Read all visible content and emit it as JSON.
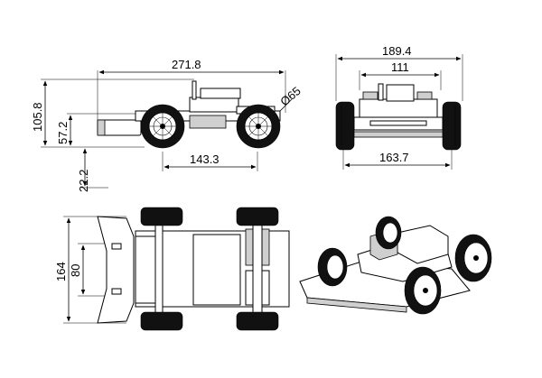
{
  "dimensions": {
    "side_length": "271.8",
    "side_height": "105.8",
    "side_axle_height": "57.2",
    "wheel_diameter": "Ø65",
    "wheelbase": "143.3",
    "ground_clearance": "22.2",
    "front_width": "189.4",
    "front_inner_width": "111",
    "track_width": "163.7",
    "top_length": "164",
    "top_inner_length": "80"
  },
  "colors": {
    "line": "#000000",
    "tire": "#111111",
    "panel": "#cfcfcf",
    "background": "#ffffff"
  }
}
